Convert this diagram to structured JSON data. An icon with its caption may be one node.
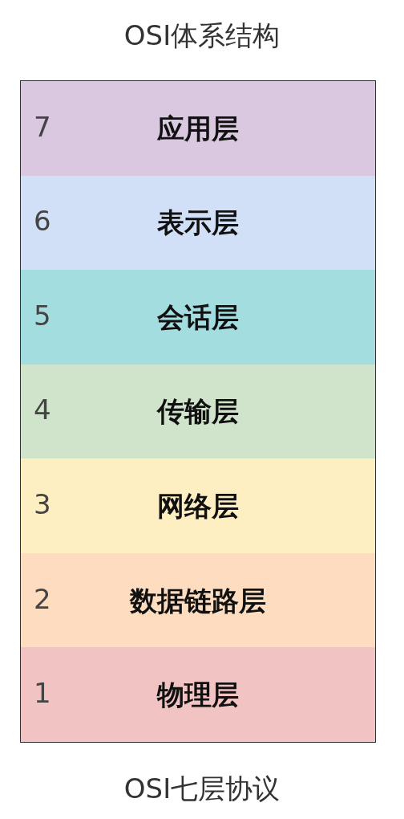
{
  "diagram": {
    "title": "OSI体系结构",
    "caption": "OSI七层协议",
    "nodes": [
      {
        "text": [
          "7",
          "应用层"
        ]
      },
      {
        "text": [
          "6",
          "表示层"
        ]
      },
      {
        "text": [
          "5",
          "会话层"
        ]
      },
      {
        "text": [
          "4",
          "传输层"
        ]
      },
      {
        "text": [
          "3",
          "网络层"
        ]
      },
      {
        "text": [
          "2",
          "数据链路层"
        ]
      },
      {
        "text": [
          "1",
          "物理层"
        ]
      }
    ]
  }
}
